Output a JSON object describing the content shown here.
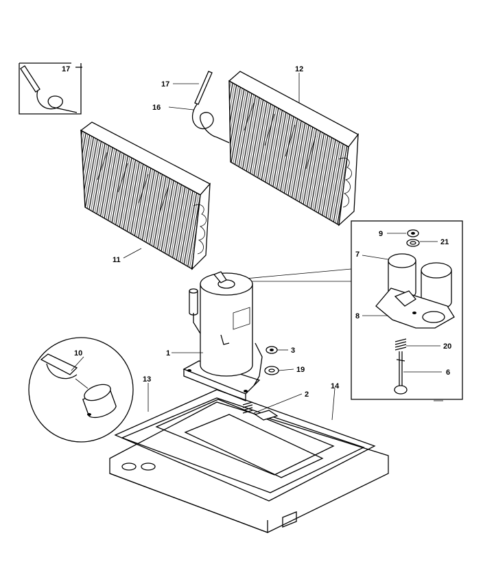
{
  "callouts": [
    {
      "id": "c17a",
      "text": "17"
    },
    {
      "id": "c17b",
      "text": "17"
    },
    {
      "id": "c16",
      "text": "16"
    },
    {
      "id": "c12",
      "text": "12"
    },
    {
      "id": "c11",
      "text": "11"
    },
    {
      "id": "c9",
      "text": "9"
    },
    {
      "id": "c21",
      "text": "21"
    },
    {
      "id": "c7",
      "text": "7"
    },
    {
      "id": "c8",
      "text": "8"
    },
    {
      "id": "c20",
      "text": "20"
    },
    {
      "id": "c6",
      "text": "6"
    },
    {
      "id": "c1",
      "text": "1"
    },
    {
      "id": "c3",
      "text": "3"
    },
    {
      "id": "c19",
      "text": "19"
    },
    {
      "id": "c10",
      "text": "10"
    },
    {
      "id": "c13",
      "text": "13"
    },
    {
      "id": "c2",
      "text": "2"
    },
    {
      "id": "c14",
      "text": "14"
    }
  ]
}
